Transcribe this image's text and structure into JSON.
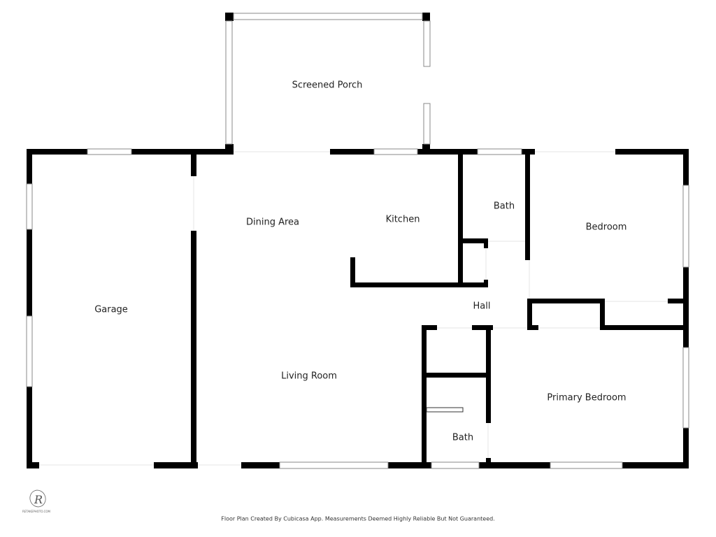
{
  "rooms": {
    "screened_porch": "Screened Porch",
    "garage": "Garage",
    "dining_area": "Dining Area",
    "kitchen": "Kitchen",
    "bath_upper": "Bath",
    "bedroom": "Bedroom",
    "hall": "Hall",
    "living_room": "Living Room",
    "primary_bedroom": "Primary Bedroom",
    "bath_lower": "Bath"
  },
  "logo": {
    "text": "RETAKEPHOTO.COM",
    "monogram": "R"
  },
  "footer": "Floor Plan Created By Cubicasa App. Measurements Deemed Highly Reliable But Not Guaranteed.",
  "colors": {
    "wall": "#000000",
    "window": "#9a9a9a",
    "background": "#ffffff"
  }
}
